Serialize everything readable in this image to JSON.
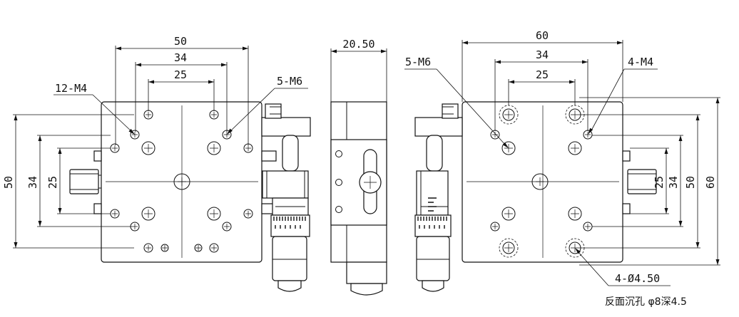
{
  "left_view": {
    "dimensions": {
      "top_outer": "50",
      "top_middle": "34",
      "top_inner": "25",
      "left_outer": "50",
      "left_middle": "34",
      "left_inner": "25"
    },
    "callouts": {
      "small_holes": "12-M4",
      "large_holes": "5-M6"
    }
  },
  "side_view": {
    "dimensions": {
      "width": "20.50"
    }
  },
  "right_view": {
    "dimensions": {
      "top_outer": "60",
      "top_middle": "34",
      "top_inner": "25",
      "right_inner": "25",
      "right_middle": "50",
      "right_outer": "60"
    },
    "callouts": {
      "large_holes": "5-M6",
      "small_holes": "4-M4",
      "counterbore": "4-Ø4.50"
    },
    "note": "反面沉孔 φ8深4.5"
  }
}
